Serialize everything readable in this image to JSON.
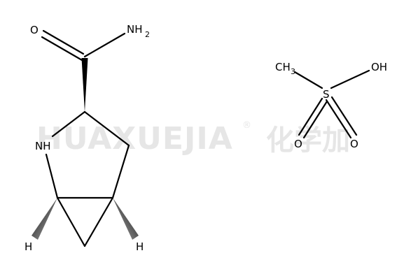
{
  "watermark": {
    "latin": "HUAXUEJIA",
    "registered": "®",
    "chinese": "化学加"
  },
  "molecule_1": {
    "labels": {
      "carbonyl_oxygen": "O",
      "amide_n": "NH",
      "amide_sub": "2",
      "ring_nh": "NH",
      "h_left": "H",
      "h_right": "H"
    }
  },
  "molecule_2": {
    "labels": {
      "methyl": "CH",
      "methyl_sub": "3",
      "hydroxyl": "OH",
      "sulfur": "S",
      "oxygen_left": "O",
      "oxygen_right": "O"
    }
  }
}
